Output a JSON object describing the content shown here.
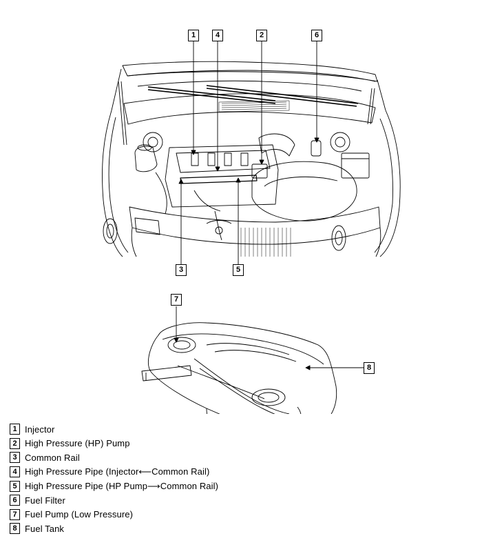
{
  "callouts": {
    "c1": "1",
    "c2": "2",
    "c3": "3",
    "c4": "4",
    "c5": "5",
    "c6": "6",
    "c7": "7",
    "c8": "8"
  },
  "legend": [
    {
      "num": "1",
      "label": "Injector"
    },
    {
      "num": "2",
      "label": "High Pressure (HP) Pump"
    },
    {
      "num": "3",
      "label": "Common Rail"
    },
    {
      "num": "4",
      "label": "High Pressure Pipe (Injector⟵Common Rail)"
    },
    {
      "num": "5",
      "label": "High Pressure Pipe (HP Pump⟶Common Rail)"
    },
    {
      "num": "6",
      "label": "Fuel Filter"
    },
    {
      "num": "7",
      "label": "Fuel Pump (Low Pressure)"
    },
    {
      "num": "8",
      "label": "Fuel Tank"
    }
  ]
}
